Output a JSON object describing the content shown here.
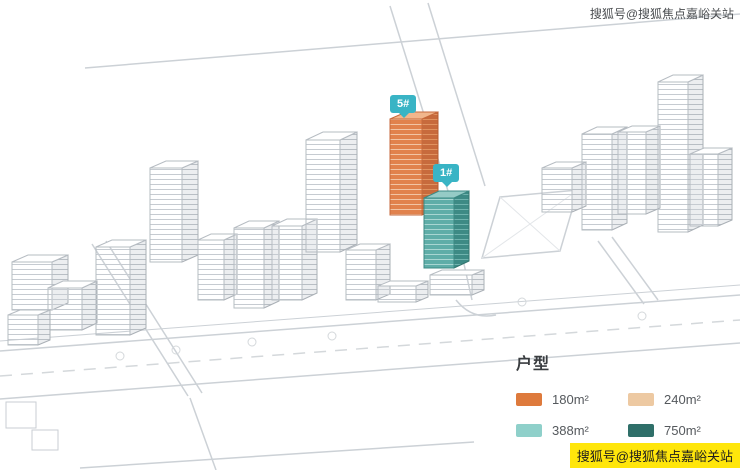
{
  "watermarks": {
    "top": "搜狐号@搜狐焦点嘉峪关站",
    "bottom": "搜狐号@搜狐焦点嘉峪关站"
  },
  "badges": {
    "building5": "5#",
    "building1": "1#",
    "color": "#39b4c5"
  },
  "highlights": {
    "building5_color": "#e0793f",
    "building1_color": "#57a8a2"
  },
  "legend": {
    "title": "户型",
    "items": [
      {
        "label": "180m²",
        "color": "#de7a3c"
      },
      {
        "label": "240m²",
        "color": "#edc9a2"
      },
      {
        "label": "388m²",
        "color": "#8fd0ca"
      },
      {
        "label": "750m²",
        "color": "#2f6f69"
      }
    ]
  }
}
